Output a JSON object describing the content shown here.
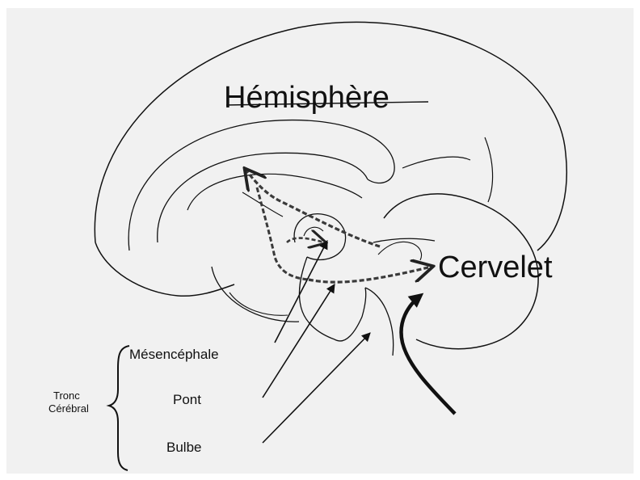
{
  "slide": {
    "labels": {
      "hemisphere": "Hémisphère",
      "cerebellum": "Cervelet",
      "midbrain": "Mésencéphale",
      "pons": "Pont",
      "medulla": "Bulbe",
      "brainstem_line1": "Tronc",
      "brainstem_line2": "Cérébral"
    }
  },
  "colors": {
    "background": "#f1f1f1",
    "ink": "#111111",
    "dashed_path": "#3a3a3a"
  }
}
